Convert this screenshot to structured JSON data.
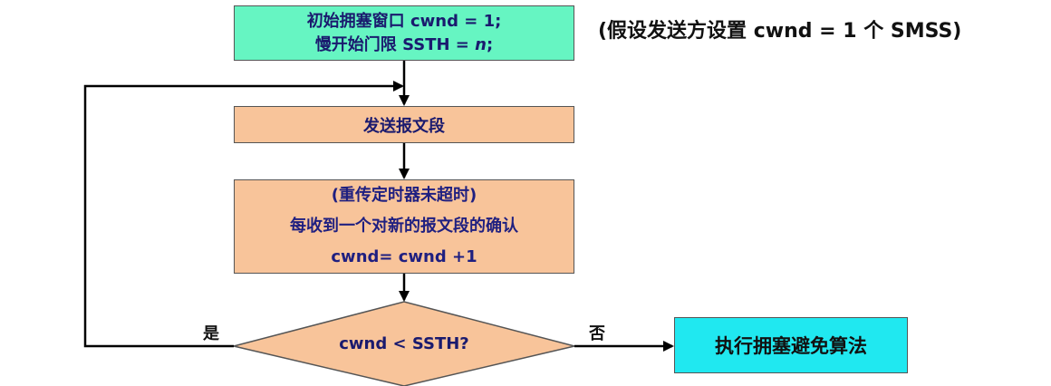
{
  "start": {
    "line1": "初始拥塞窗口 cwnd = 1;",
    "line2_prefix": "慢开始门限 SSTH = ",
    "line2_var": "n",
    "line2_suffix": ";"
  },
  "assumption_note": "(假设发送方设置 cwnd = 1 个 SMSS)",
  "send_step": "发送报文段",
  "ack_step": {
    "line1": "(重传定时器未超时)",
    "line2": "每收到一个对新的报文段的确认",
    "line3": "cwnd= cwnd +1"
  },
  "decision": "cwnd < SSTH?",
  "yes_label": "是",
  "no_label": "否",
  "congestion_avoidance": "执行拥塞避免算法",
  "colors": {
    "start_fill": "#66f5c2",
    "step_fill": "#f8c49a",
    "decision_fill": "#f8c49a",
    "avoid_fill": "#20e8f0",
    "text_navy": "#1a1a6e"
  }
}
